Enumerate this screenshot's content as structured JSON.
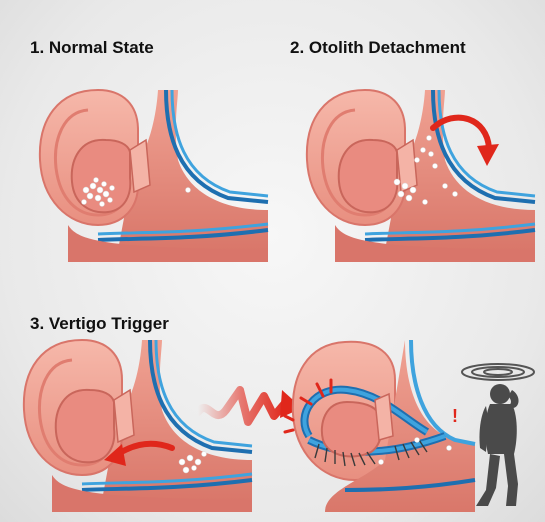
{
  "steps": [
    {
      "title": "1. Normal State"
    },
    {
      "title": "2. Otolith Detachment"
    },
    {
      "title": "3. Vertigo Trigger"
    }
  ],
  "colors": {
    "flesh": "#f2a79a",
    "flesh_dark": "#d9756a",
    "canal_blue": "#3fa3de",
    "canal_blue_dark": "#1e6fb0",
    "inner_pink": "#e98b80",
    "arrow_red": "#e0271b",
    "figure_gray": "#4a4a4a"
  },
  "icons": [
    "dizzy-swirl-icon",
    "exclamation-icon",
    "curved-arrow-icon",
    "zigzag-arrow-icon"
  ]
}
